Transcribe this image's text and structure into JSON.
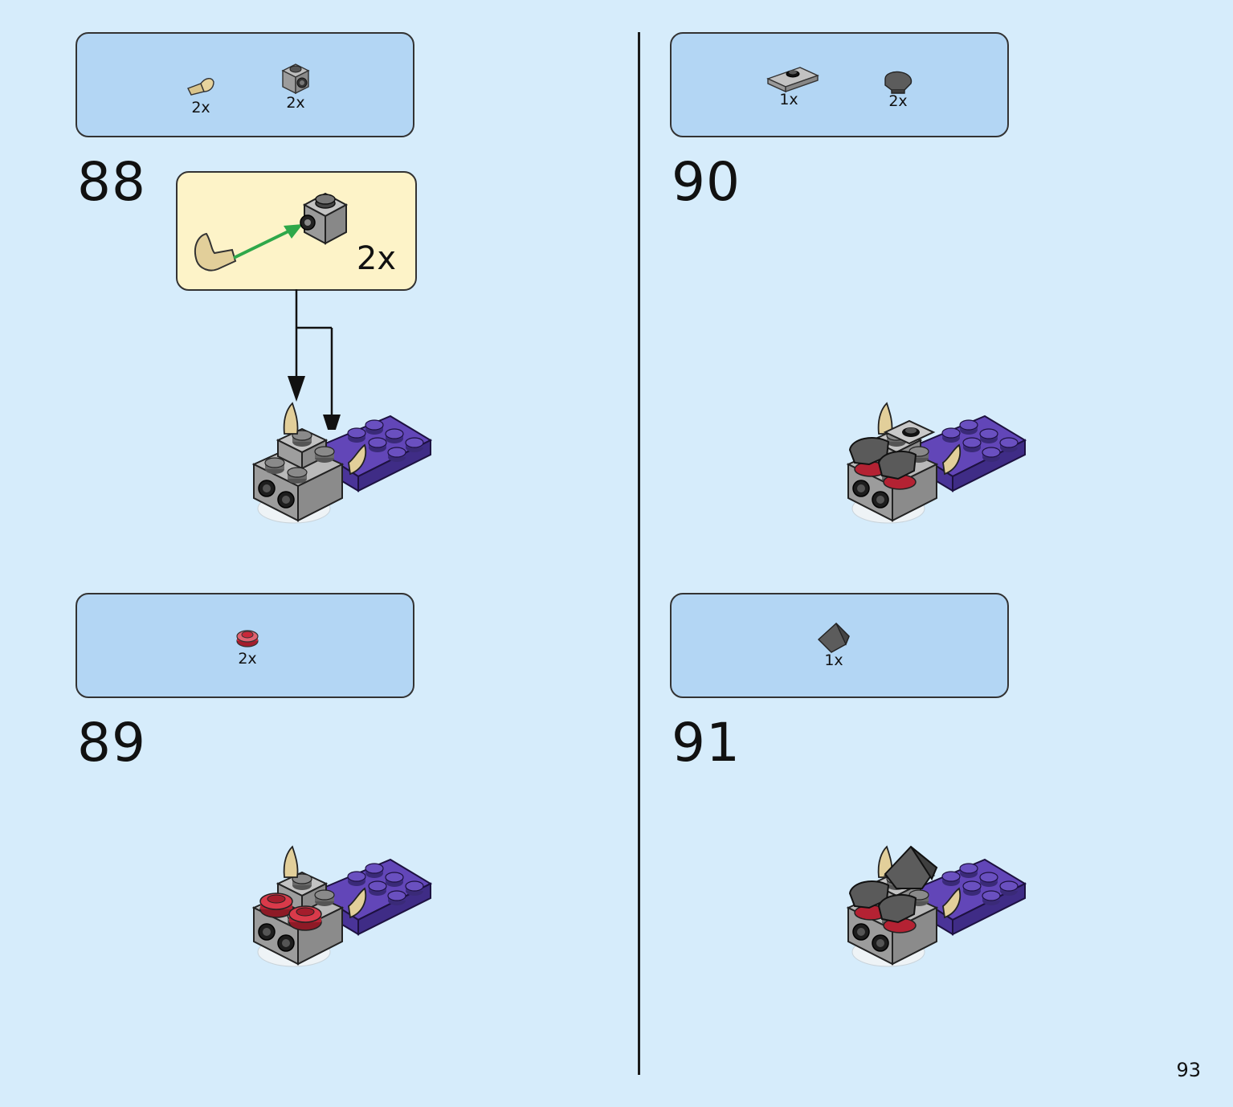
{
  "steps": [
    {
      "number": "88",
      "parts": [
        {
          "icon": "tan-horn-piece-icon",
          "qty": "2x"
        },
        {
          "icon": "gray-brick-with-stud-icon",
          "qty": "2x"
        }
      ],
      "callout_qty": "2x"
    },
    {
      "number": "89",
      "parts": [
        {
          "icon": "red-round-plate-icon",
          "qty": "2x"
        }
      ]
    },
    {
      "number": "90",
      "parts": [
        {
          "icon": "gray-jumper-plate-icon",
          "qty": "1x"
        },
        {
          "icon": "dark-gray-tile-round-icon",
          "qty": "2x"
        }
      ]
    },
    {
      "number": "91",
      "parts": [
        {
          "icon": "dark-gray-slope-icon",
          "qty": "1x"
        }
      ]
    }
  ],
  "page_number": "93",
  "colors": {
    "page_bg": "#d6ecfb",
    "parts_box_bg": "#b3d6f4",
    "callout_bg": "#fdf3c8",
    "arrow_green": "#2ea84a",
    "brick_gray": "#a3a3a3",
    "plate_purple": "#5a3fa8",
    "horn_tan": "#e2cf9a",
    "plate_red": "#c9283a"
  }
}
